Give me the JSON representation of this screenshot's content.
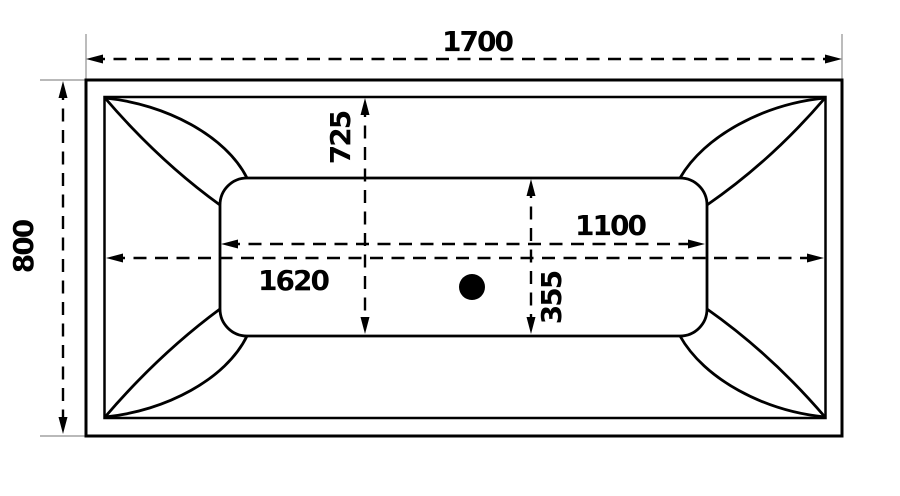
{
  "drawing": {
    "title": "bathtub-top-view-technical-drawing",
    "background_color": "#ffffff",
    "line_color": "#000000",
    "extension_line_color": "#8f8f8f",
    "dimensions": {
      "overall_length": "1700",
      "overall_width": "800",
      "rim_inner_length": "1620",
      "basin_length": "1100",
      "rim_top_to_basin_bottom": "725",
      "basin_width": "355"
    },
    "features": {
      "drain": "drain-hole",
      "corner_petals_count": 4
    }
  }
}
